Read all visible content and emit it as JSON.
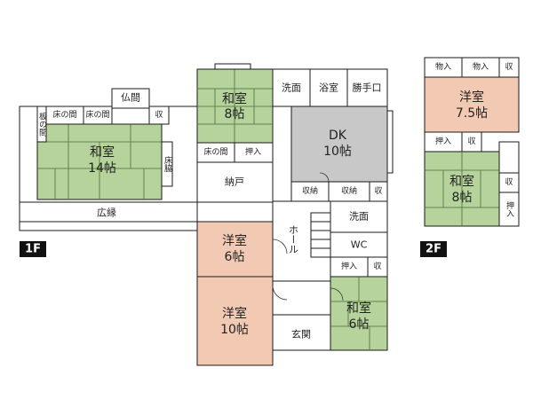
{
  "colors": {
    "tatami": "#b5d39a",
    "western": "#f2c9b3",
    "dk": "#c8c8c8",
    "plain": "#ffffff",
    "wall": "#1a1a1a"
  },
  "floors": {
    "first": "1F",
    "second": "2F"
  },
  "first_floor": {
    "butsuma": "仏間",
    "tokonoma_1": "床の間",
    "tokonoma_2": "床の間",
    "shu_1": "収",
    "washitsu_14": "和室",
    "washitsu_14_size": "14帖",
    "tokowaki": "床脇",
    "ita_no_ma": "板の間",
    "hiroen": "広縁",
    "washitsu_8": "和室",
    "washitsu_8_size": "8帖",
    "tokonoma_3": "床の間",
    "oshiire_1": "押入",
    "nando": "納戸",
    "senmen_1": "洗面",
    "yokushitsu": "浴室",
    "katteguchi": "勝手口",
    "dk": "DK",
    "dk_size": "10帖",
    "shuno_1": "収納",
    "shuno_2": "収納",
    "shu_2": "収",
    "senmen_2": "洗面",
    "wc": "WC",
    "hall": "ホール",
    "youshitsu_6": "洋室",
    "youshitsu_6_size": "6帖",
    "youshitsu_10": "洋室",
    "youshitsu_10_size": "10帖",
    "genkan": "玄関",
    "oshiire_2": "押入",
    "shu_3": "収",
    "washitsu_6": "和室",
    "washitsu_6_size": "6帖"
  },
  "second_floor": {
    "monoire_1": "物入",
    "monoire_2": "物入",
    "shu_1": "収",
    "youshitsu_75": "洋室",
    "youshitsu_75_size": "7.5帖",
    "oshiire_1": "押入",
    "shu_2": "収",
    "washitsu_8": "和室",
    "washitsu_8_size": "8帖",
    "shu_3": "収",
    "oshiire_2": "押入"
  }
}
